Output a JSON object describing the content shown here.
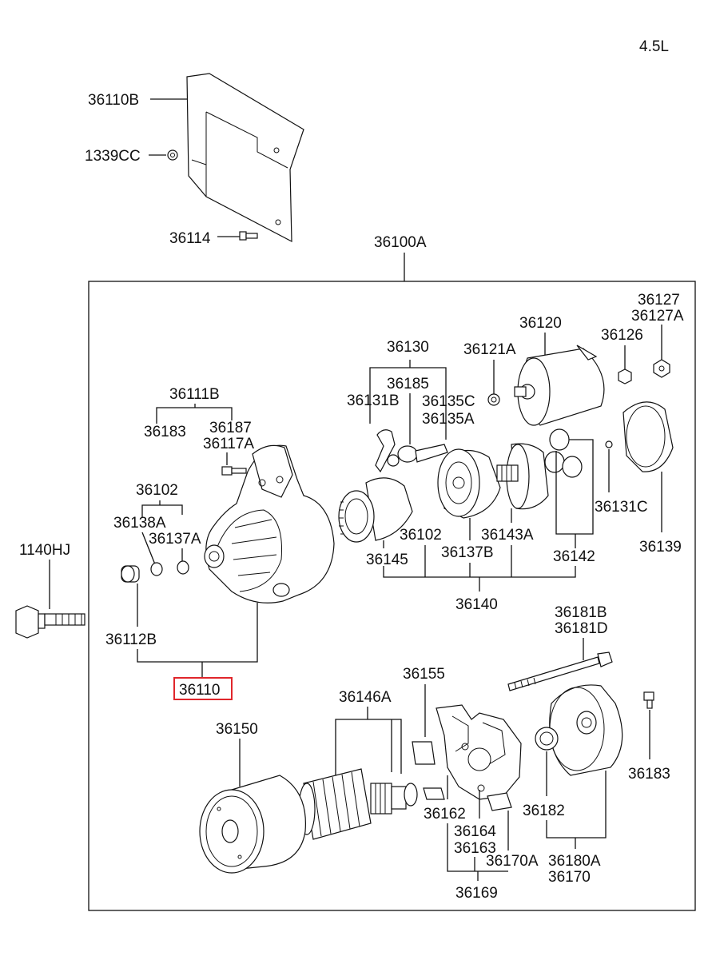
{
  "engine_label": "4.5L",
  "labels": {
    "p36110B": "36110B",
    "p1339CC": "1339CC",
    "p36114": "36114",
    "p36100A": "36100A",
    "p36127": "36127",
    "p36127A": "36127A",
    "p36120": "36120",
    "p36126": "36126",
    "p36121A": "36121A",
    "p36130": "36130",
    "p36185": "36185",
    "p36131B": "36131B",
    "p36135C": "36135C",
    "p36135A": "36135A",
    "p36111B": "36111B",
    "p36183a": "36183",
    "p36187": "36187",
    "p36117A": "36117A",
    "p36102a": "36102",
    "p36138A": "36138A",
    "p36137A": "36137A",
    "p1140HJ": "1140HJ",
    "p36131C": "36131C",
    "p36139": "36139",
    "p36102b": "36102",
    "p36143A": "36143A",
    "p36145": "36145",
    "p36137B": "36137B",
    "p36142": "36142",
    "p36140": "36140",
    "p36112B": "36112B",
    "p36181B": "36181B",
    "p36181D": "36181D",
    "p36110": "36110",
    "p36155": "36155",
    "p36146A": "36146A",
    "p36150": "36150",
    "p36183b": "36183",
    "p36162": "36162",
    "p36164": "36164",
    "p36182": "36182",
    "p36163": "36163",
    "p36170A": "36170A",
    "p36180A": "36180A",
    "p36170": "36170",
    "p36169": "36169"
  }
}
